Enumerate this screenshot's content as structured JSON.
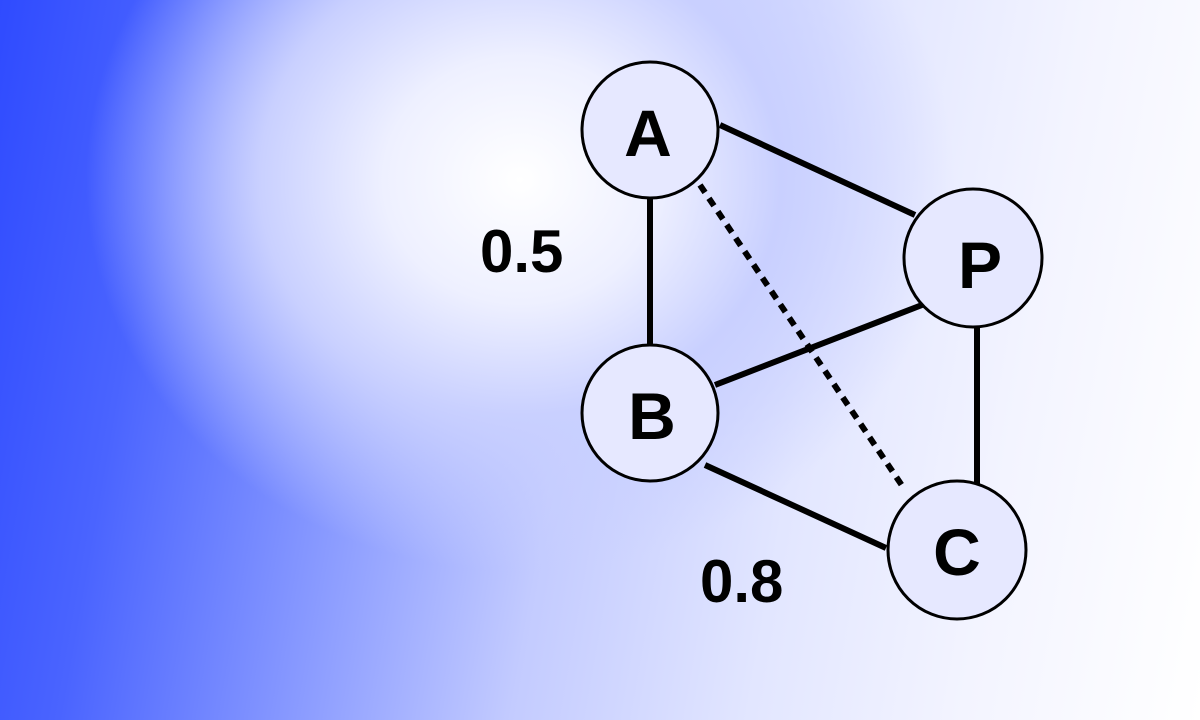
{
  "diagram": {
    "nodes": [
      {
        "id": "A",
        "label": "A"
      },
      {
        "id": "B",
        "label": "B"
      },
      {
        "id": "P",
        "label": "P"
      },
      {
        "id": "C",
        "label": "C"
      }
    ],
    "edges": [
      {
        "from": "A",
        "to": "B",
        "style": "solid"
      },
      {
        "from": "A",
        "to": "P",
        "style": "solid"
      },
      {
        "from": "A",
        "to": "C",
        "style": "dashed"
      },
      {
        "from": "B",
        "to": "P",
        "style": "solid"
      },
      {
        "from": "B",
        "to": "C",
        "style": "solid"
      },
      {
        "from": "P",
        "to": "C",
        "style": "solid"
      }
    ],
    "weights": {
      "ab": "0.5",
      "bc": "0.8"
    },
    "colors": {
      "node_fill": "#e6e8ff",
      "stroke": "#000000",
      "background_left": "#2f4bff",
      "background_right": "#ffffff"
    }
  }
}
